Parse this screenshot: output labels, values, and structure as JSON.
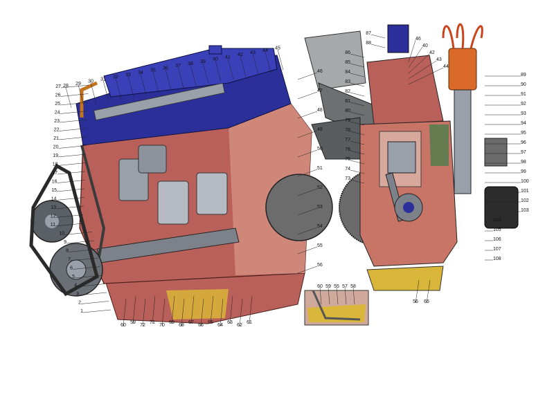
{
  "colors": {
    "block": "#b9605a",
    "block_light": "#d48d80",
    "head_blue": "#2a2f9a",
    "head_blue_dark": "#161a5e",
    "steel": "#8a8f98",
    "oil": "#d9b53a",
    "distributor": "#d96a2a",
    "chain": "#3b3b3b"
  },
  "diagram": {
    "left_callouts": [
      "1",
      "2",
      "3",
      "4",
      "5",
      "6",
      "7",
      "8",
      "9",
      "10",
      "11",
      "12",
      "13",
      "14",
      "15",
      "16",
      "17",
      "18",
      "19",
      "20",
      "21",
      "22",
      "23",
      "24",
      "25",
      "26",
      "27",
      "28",
      "29",
      "30",
      "31",
      "32",
      "33",
      "34",
      "35",
      "36",
      "37",
      "38",
      "39",
      "40",
      "41",
      "42",
      "43",
      "44",
      "45",
      "46",
      "47",
      "48",
      "49",
      "50",
      "51",
      "52",
      "53",
      "54",
      "55",
      "56",
      "61",
      "62",
      "63",
      "64",
      "65",
      "66",
      "67",
      "68",
      "69",
      "70",
      "71",
      "72",
      "59",
      "60"
    ],
    "right_callouts": [
      "87",
      "88",
      "86",
      "85",
      "84",
      "83",
      "82",
      "81",
      "80",
      "79",
      "78",
      "77",
      "76",
      "75",
      "74",
      "73",
      "46",
      "40",
      "42",
      "43",
      "44",
      "89",
      "90",
      "91",
      "92",
      "93",
      "94",
      "95",
      "96",
      "97",
      "98",
      "99",
      "100",
      "101",
      "102",
      "103",
      "104",
      "105",
      "106",
      "107",
      "108",
      "56",
      "65"
    ],
    "inset_callouts": [
      "60",
      "59",
      "55",
      "57",
      "58"
    ]
  }
}
